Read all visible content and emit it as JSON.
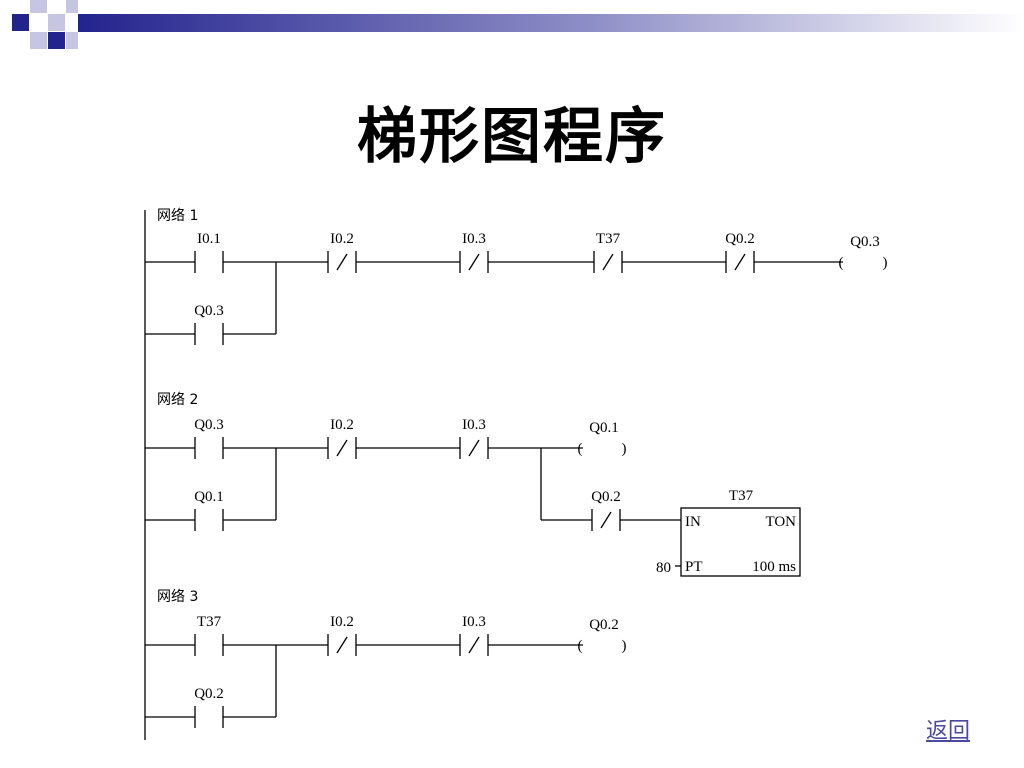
{
  "slide": {
    "title": "梯形图程序",
    "back_link": "返回"
  },
  "colors": {
    "accent_dark": "#23238e",
    "accent_light": "#c6c6e2",
    "wire": "#000000",
    "link": "#4a4aa0"
  },
  "networks": [
    {
      "label": "网络 1",
      "rung_contacts": [
        {
          "addr": "I0.1",
          "type": "NO"
        },
        {
          "addr": "I0.2",
          "type": "NC"
        },
        {
          "addr": "I0.3",
          "type": "NC"
        },
        {
          "addr": "T37",
          "type": "NC"
        },
        {
          "addr": "Q0.2",
          "type": "NC"
        }
      ],
      "parallel_contact": {
        "addr": "Q0.3",
        "type": "NO"
      },
      "coil": "Q0.3"
    },
    {
      "label": "网络 2",
      "rung_contacts": [
        {
          "addr": "Q0.3",
          "type": "NO"
        },
        {
          "addr": "I0.2",
          "type": "NC"
        },
        {
          "addr": "I0.3",
          "type": "NC"
        }
      ],
      "parallel_contact": {
        "addr": "Q0.1",
        "type": "NO"
      },
      "coil": "Q0.1",
      "branch_contact": {
        "addr": "Q0.2",
        "type": "NC"
      },
      "timer": {
        "name": "T37",
        "type_label": "TON",
        "in_label": "IN",
        "pt_label": "PT",
        "pt_value": "80",
        "base": "100 ms"
      }
    },
    {
      "label": "网络 3",
      "rung_contacts": [
        {
          "addr": "T37",
          "type": "NO"
        },
        {
          "addr": "I0.2",
          "type": "NC"
        },
        {
          "addr": "I0.3",
          "type": "NC"
        }
      ],
      "parallel_contact": {
        "addr": "Q0.2",
        "type": "NO"
      },
      "coil": "Q0.2"
    }
  ]
}
